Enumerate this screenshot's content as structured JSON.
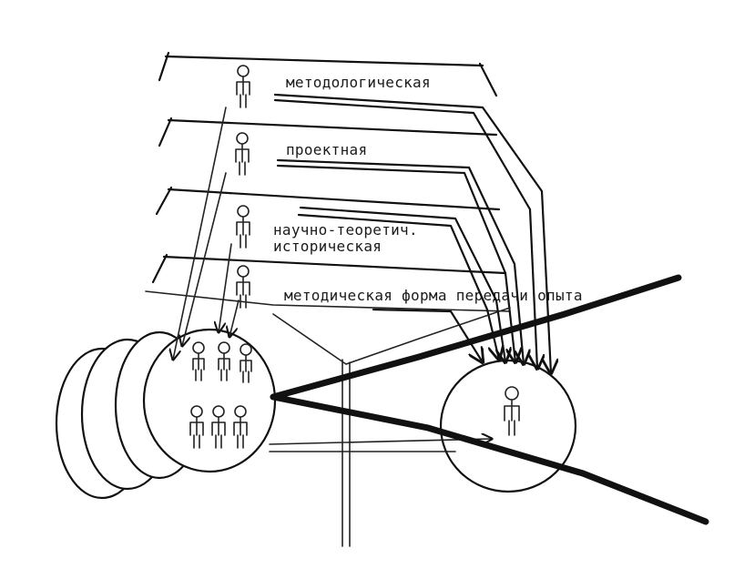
{
  "labels": {
    "methodological": "методологическая",
    "project": "проектная",
    "scientific_line1": "научно-теоретич.",
    "scientific_line2": "историческая",
    "methodical": "методическая форма передачи опыта"
  }
}
